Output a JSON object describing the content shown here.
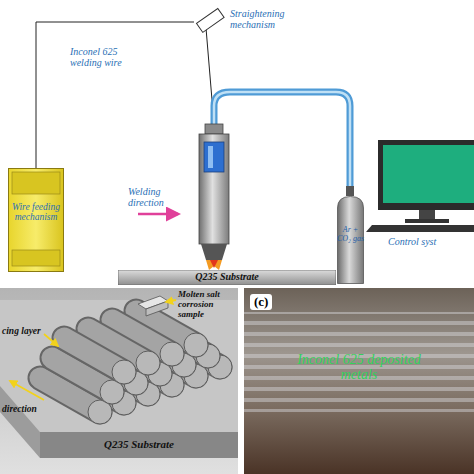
{
  "diagram": {
    "nodes": [
      {
        "text": [
          "Straightening mechanism"
        ]
      },
      {
        "text": [
          "Wire feeding mechanism"
        ]
      },
      {
        "text": [
          "Ar + CO₂ gas"
        ]
      },
      {
        "text": [
          "Q235 Substrate"
        ]
      },
      {
        "text": [
          "Q235 Substrate"
        ]
      },
      {
        "text": [
          "(c)",
          "Inconel 625 deposited metals"
        ]
      }
    ],
    "edges": [
      {
        "from": 1,
        "to": 0,
        "arrow": "none"
      }
    ],
    "labels": [
      "Inconel 625 welding wire",
      "Welding direction",
      "Control syst",
      "Molten salt corrosion sample",
      "cing layer",
      "direction"
    ]
  }
}
